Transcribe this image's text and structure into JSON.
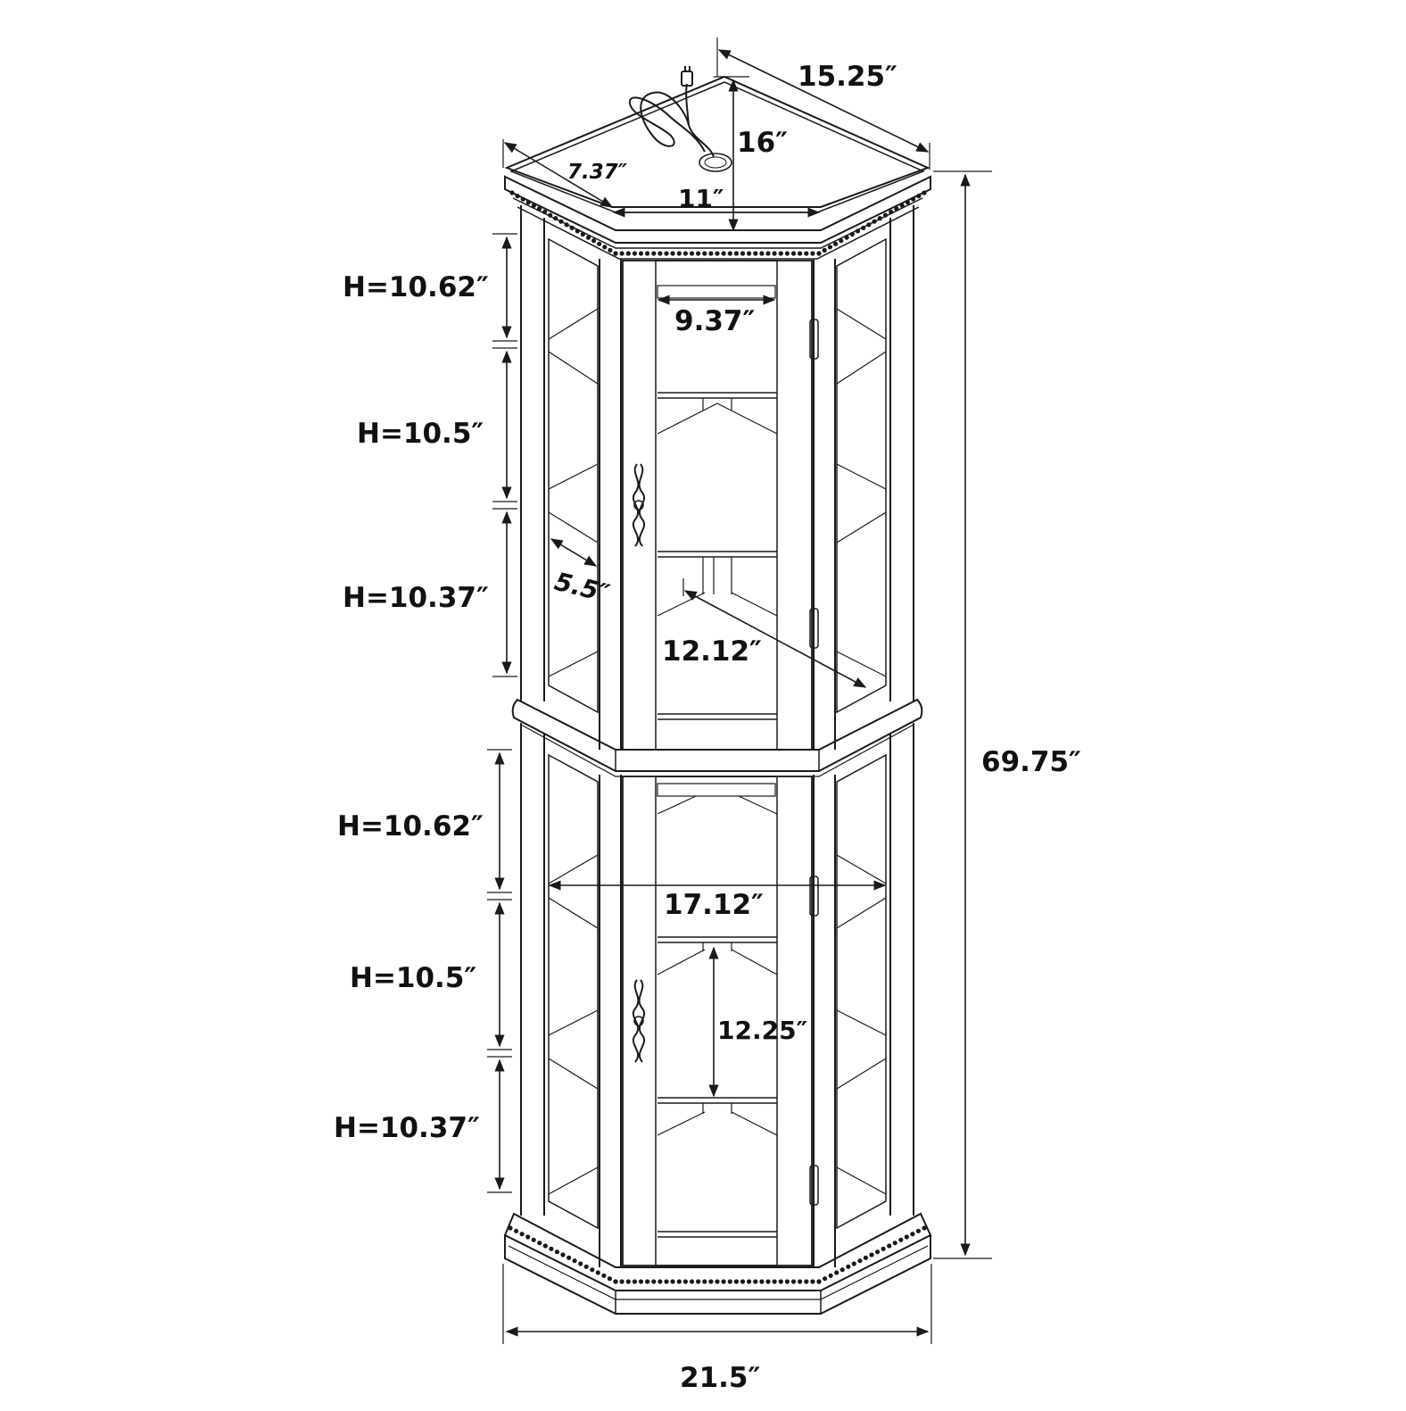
{
  "colors": {
    "line": "#1a1a1a",
    "background": "#ffffff"
  },
  "dimensions": {
    "top_depth": "15.25″",
    "top_side_depth": "16″",
    "top_front_left": "7.37″",
    "top_front_center": "11″",
    "overall_height": "69.75″",
    "overall_width": "21.5″",
    "inner_front_width": "9.37″",
    "shelf_side": "5.5″",
    "shelf_diagonal": "12.12″",
    "inner_width": "17.12″",
    "shelf_depth": "12.25″",
    "upper_sections": [
      "H=10.62″",
      "H=10.5″",
      "H=10.37″"
    ],
    "lower_sections": [
      "H=10.62″",
      "H=10.5″",
      "H=10.37″"
    ]
  },
  "icons": [
    "power-cord-icon",
    "door-handle-icon",
    "hinge-icon"
  ]
}
